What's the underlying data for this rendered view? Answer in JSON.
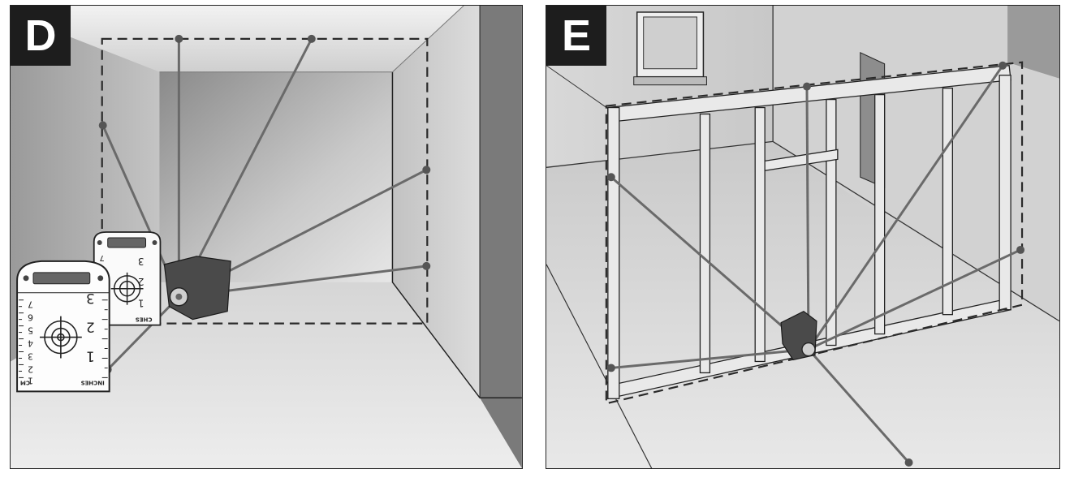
{
  "panels": [
    {
      "id": "D",
      "label": "D"
    },
    {
      "id": "E",
      "label": "E"
    }
  ],
  "targets": {
    "front": {
      "inches_label": "INCHES",
      "cm_label": "CM",
      "left_scale": [
        "1",
        "2",
        "3",
        "4",
        "5",
        "6",
        "7"
      ],
      "right_scale": [
        "1",
        "2",
        "3"
      ]
    },
    "back": {
      "inches_label": "CHES",
      "right_scale": [
        "1",
        "2",
        "3"
      ],
      "left_scale": [
        "7"
      ]
    }
  },
  "colors": {
    "badge": "#1d1d1d",
    "beam": "#6e6e6e",
    "line": "#222222"
  }
}
